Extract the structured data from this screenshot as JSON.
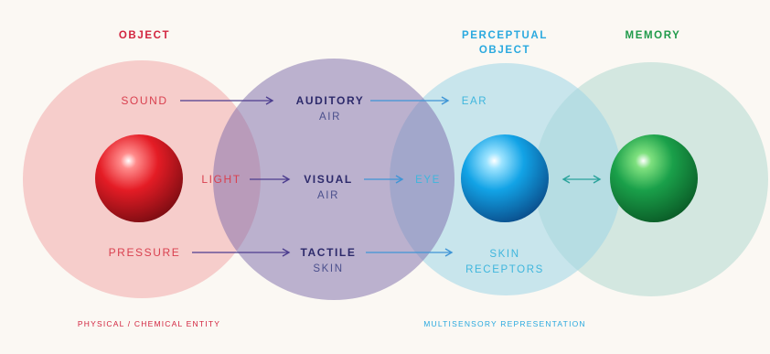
{
  "headers": {
    "object": "OBJECT",
    "perceptual_line1": "PERCEPTUAL",
    "perceptual_line2": "OBJECT",
    "memory": "MEMORY"
  },
  "stimuli": {
    "sound": "SOUND",
    "light": "LIGHT",
    "pressure": "PRESSURE"
  },
  "senses": {
    "auditory": "AUDITORY",
    "auditory_medium": "AIR",
    "visual": "VISUAL",
    "visual_medium": "AIR",
    "tactile": "TACTILE",
    "tactile_medium": "SKIN"
  },
  "organs": {
    "ear": "EAR",
    "eye": "EYE",
    "skin_line1": "SKIN",
    "skin_line2": "RECEPTORS"
  },
  "footers": {
    "left": "PHYSICAL / CHEMICAL ENTITY",
    "right": "MULTISENSORY REPRESENTATION"
  },
  "colors": {
    "object_red": "#d2243f",
    "perceptual_blue": "#2aa9df",
    "memory_green": "#1f9a4a",
    "sense_circle": "#8e7fb5",
    "arrow_purple": "#4c3d8f",
    "arrow_blue": "#3f95d6",
    "arrow_teal": "#2aa39b"
  },
  "icons": {
    "object_sphere": "red-sphere-icon",
    "perceptual_sphere": "blue-sphere-icon",
    "memory_sphere": "green-sphere-icon",
    "bidirectional_arrow": "double-arrow-icon"
  }
}
